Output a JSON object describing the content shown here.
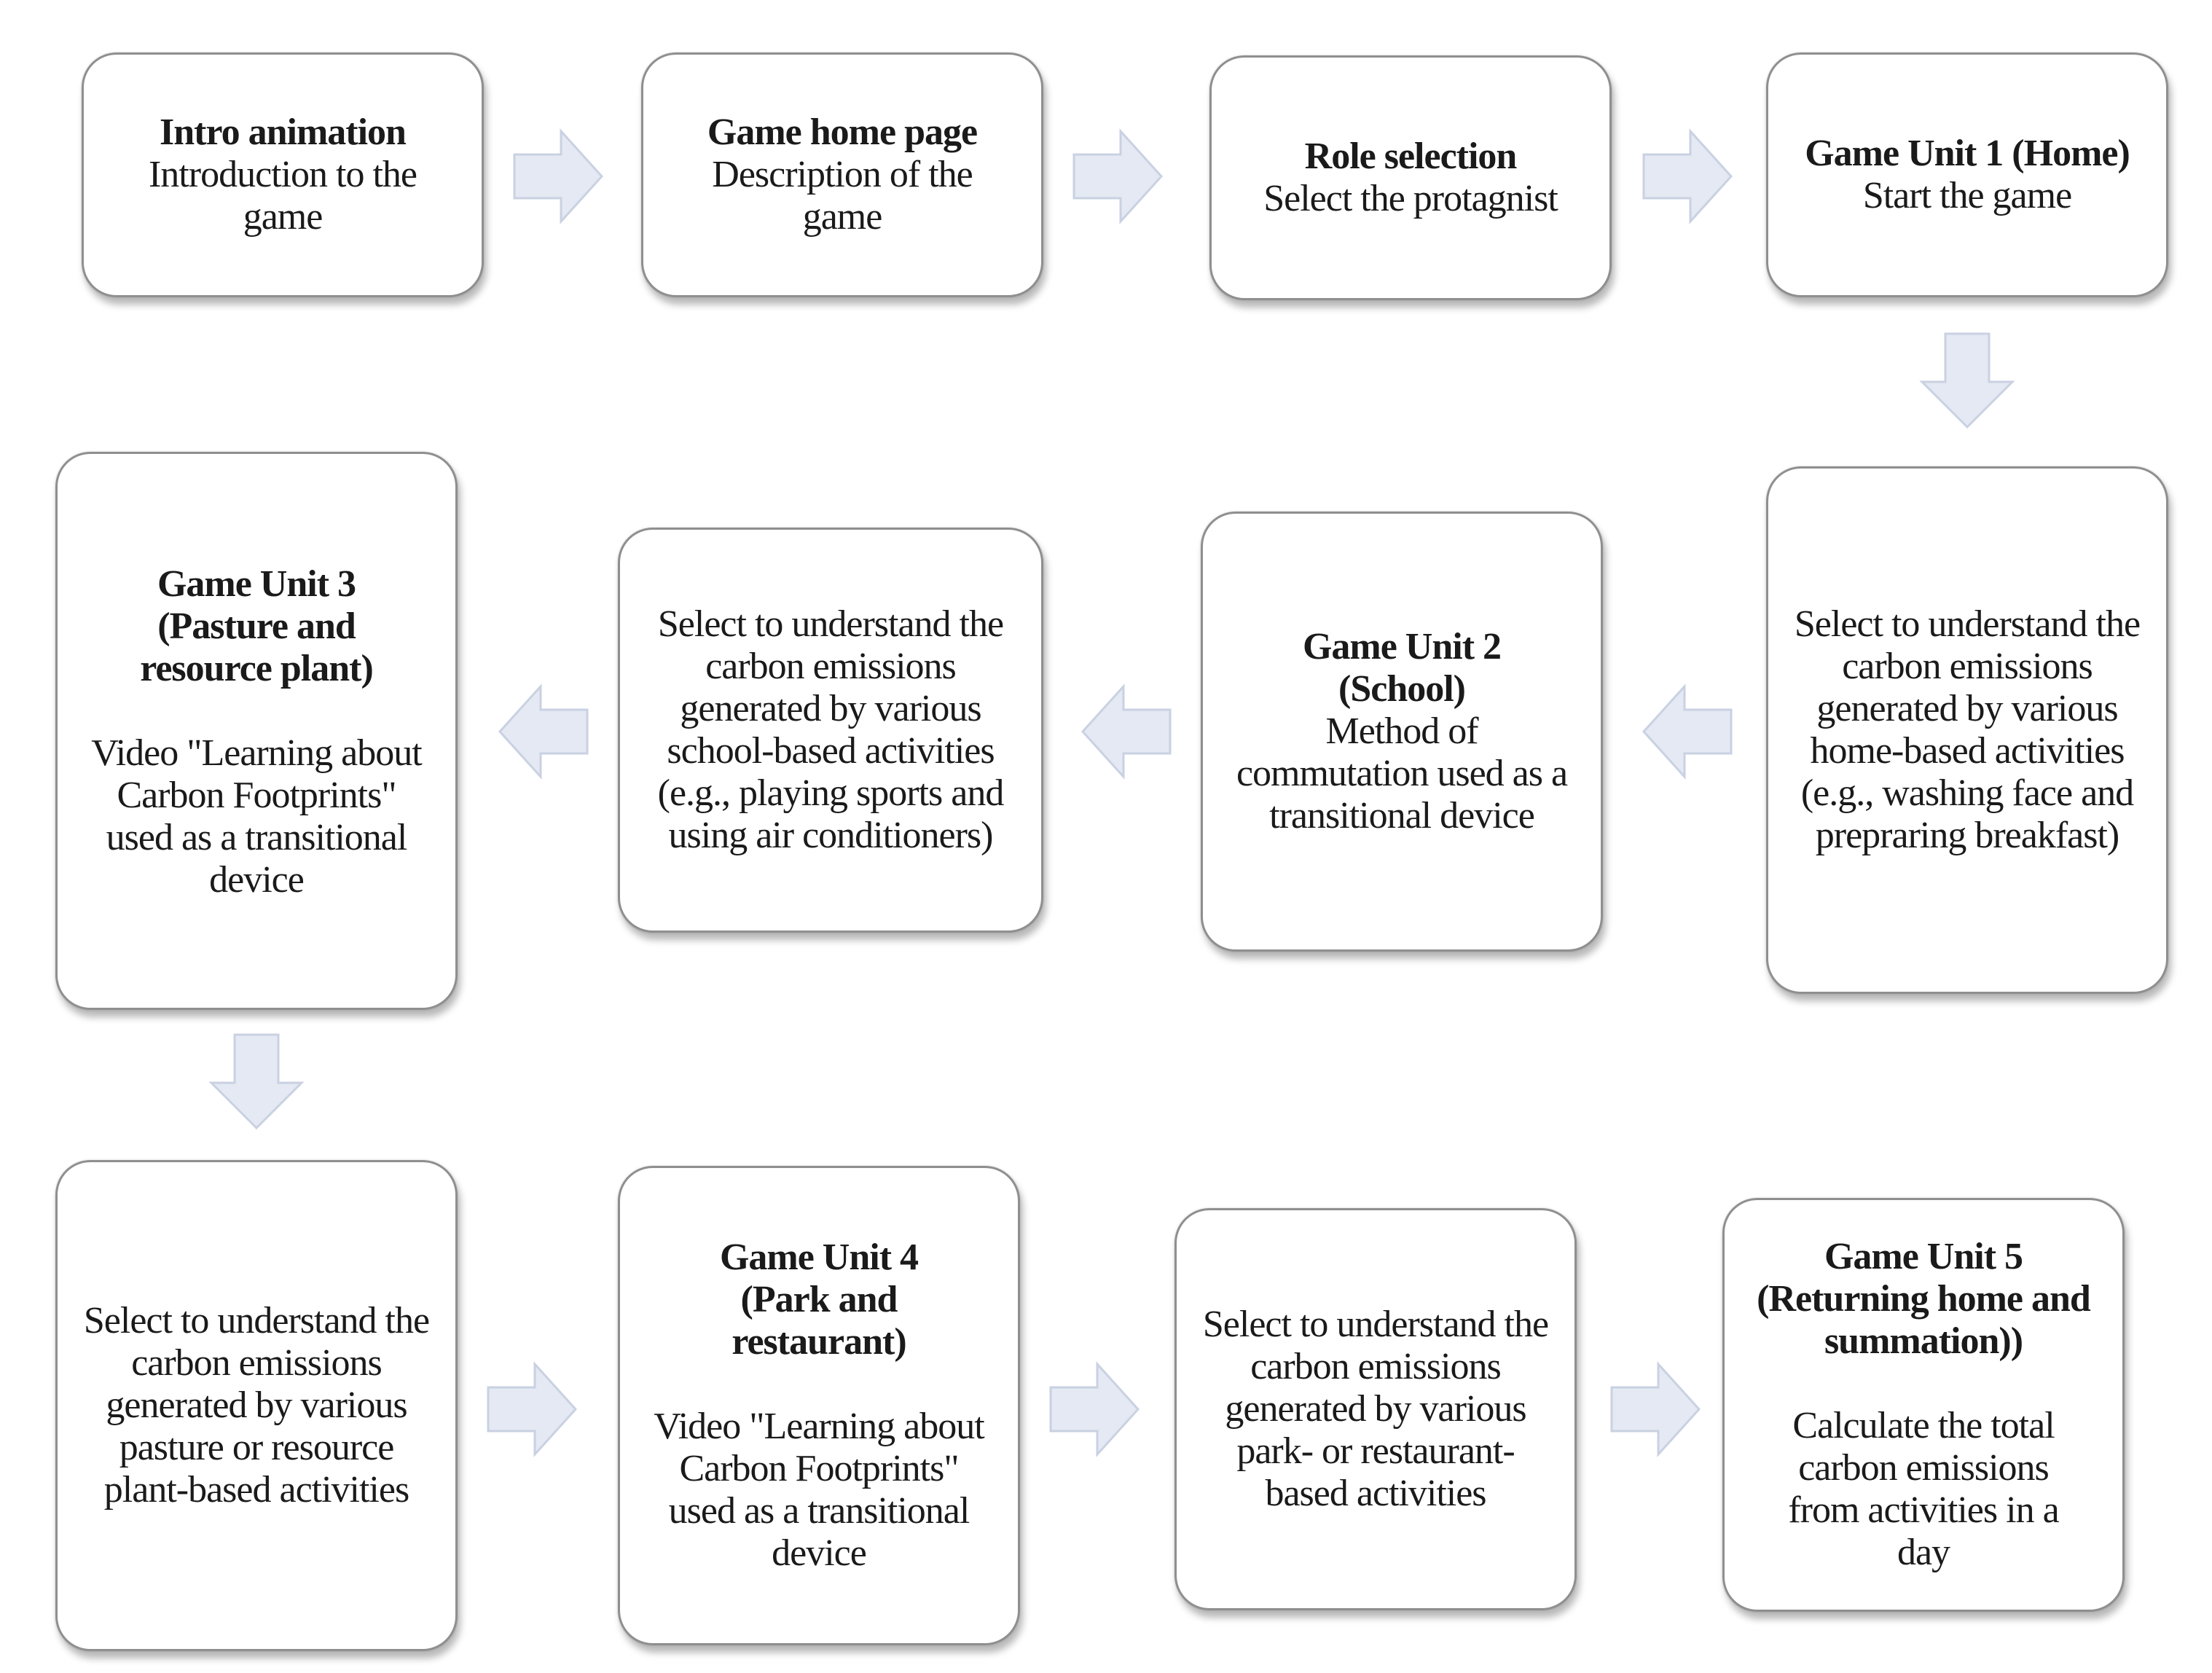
{
  "steps": [
    {
      "title": "Intro animation",
      "desc": "Introduction to the game"
    },
    {
      "title": "Game home page",
      "desc": "Description of the game"
    },
    {
      "title": "Role selection",
      "desc": "Select the protagnist"
    },
    {
      "title": "Game Unit 1 (Home)",
      "desc": "Start the  game"
    },
    {
      "desc": "Select to understand the carbon emissions generated by various home-based activities (e.g., washing face and prepraring breakfast)"
    },
    {
      "title": "Game Unit 2 (School)",
      "desc": "Method of commutation used as a transitional device"
    },
    {
      "desc": "Select to understand the carbon emissions generated by various school-based activities (e.g., playing sports and using air conditioners)"
    },
    {
      "title": "Game Unit 3 (Pasture and resource plant)",
      "desc": "Video \"Learning about Carbon Footprints\" used as a transitional device"
    },
    {
      "desc": "Select to understand the carbon emissions generated by various pasture or resource plant-based activities"
    },
    {
      "title": "Game Unit 4 (Park and restaurant)",
      "desc": "Video \"Learning about Carbon Footprints\" used as a transitional device"
    },
    {
      "desc": "Select to understand the carbon emissions generated by various park- or restaurant-based activities"
    },
    {
      "title": "Game Unit 5 (Returning home and summation))",
      "desc": "Calculate the total carbon emissions from activities in a day"
    }
  ],
  "colors": {
    "arrow_fill": "#e4e9f3",
    "arrow_stroke": "#c9d1e2",
    "box_border": "#8f8f8f"
  }
}
